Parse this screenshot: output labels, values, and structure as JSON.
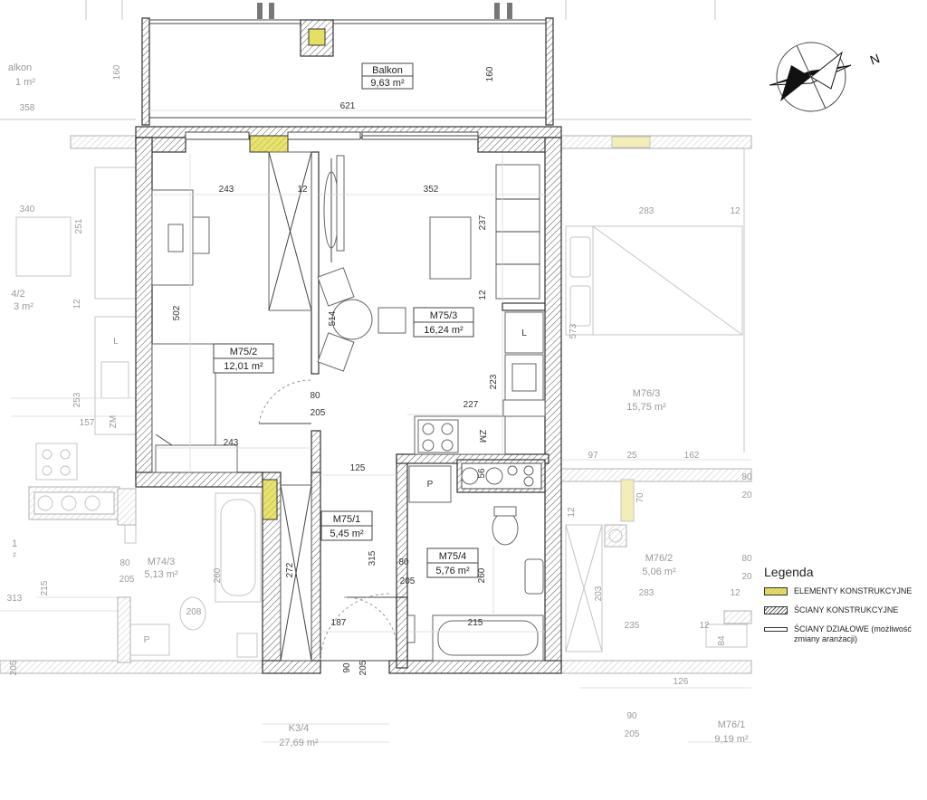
{
  "balcony": {
    "name": "Balkon",
    "area": "9,63 m²",
    "width_label": "621",
    "depth_left": "160",
    "depth_right": "160"
  },
  "rooms": [
    {
      "id": "m75-2",
      "name": "M75/2",
      "area": "12,01 m²"
    },
    {
      "id": "m75-3",
      "name": "M75/3",
      "area": "16,24 m²"
    },
    {
      "id": "m75-1",
      "name": "M75/1",
      "area": "5,45 m²"
    },
    {
      "id": "m75-4",
      "name": "M75/4",
      "area": "5,76 m²"
    }
  ],
  "neighbor_rooms": [
    {
      "id": "balkon-left",
      "name": "alkon",
      "area": "1 m²"
    },
    {
      "id": "n4-2",
      "name": "4/2",
      "area": "3 m²"
    },
    {
      "id": "m74-3",
      "name": "M74/3",
      "area": "5,13 m²"
    },
    {
      "id": "n1",
      "name": "1",
      "area": "²"
    },
    {
      "id": "k3-4",
      "name": "K3/4",
      "area": "27,69 m²"
    },
    {
      "id": "m76-3",
      "name": "M76/3",
      "area": "15,75 m²"
    },
    {
      "id": "m76-2",
      "name": "M76/2",
      "area": "5,06 m²"
    },
    {
      "id": "m76-1",
      "name": "M76/1",
      "area": "9,19 m²"
    }
  ],
  "dimensions": {
    "d243_top": "243",
    "d12_top": "12",
    "d352": "352",
    "d237": "237",
    "d12_mid": "12",
    "d502": "502",
    "d514": "514",
    "d223": "223",
    "d227": "227",
    "d80a": "80",
    "d205a": "205",
    "d243_bottom": "243",
    "d125": "125",
    "d56": "56",
    "d315": "315",
    "d80b": "80",
    "d205b": "205",
    "d260": "260",
    "d187": "187",
    "d215": "215",
    "d90": "90",
    "d205c": "205",
    "d272": "272",
    "d358": "358"
  },
  "neighbor_dims": {
    "n340": "340",
    "n251": "251",
    "n12a": "12",
    "n253": "253",
    "n157": "157",
    "n80": "80",
    "n205": "205",
    "n215": "215",
    "n313": "313",
    "n205b": "205",
    "n260": "260",
    "n208": "208",
    "n283a": "283",
    "n12b": "12",
    "n573": "573",
    "n97": "97",
    "n25": "25",
    "n162": "162",
    "n80r": "80",
    "n20r": "20",
    "n70": "70",
    "n12c": "12",
    "n203": "203",
    "n283b": "283",
    "n12d": "12",
    "n235": "235",
    "n12e": "12",
    "n84": "84",
    "n126": "126",
    "n90": "90",
    "n205c": "205",
    "n80r2": "80",
    "n20r2": "20"
  },
  "fixtures": {
    "fridge": "L",
    "zm": "ZM",
    "p_box": "P",
    "l_left": "L",
    "zm_left": "ZM",
    "p_left": "P"
  },
  "compass": {
    "north_label": "N"
  },
  "legend": {
    "title": "Legenda",
    "items": [
      {
        "label": "ELEMENTY KONSTRUKCYJNE"
      },
      {
        "label": "ŚCIANY KONSTRUKCYJNE"
      },
      {
        "label": "ŚCIANY DZIAŁOWE (możliwość zmiany aranżacji)"
      }
    ]
  }
}
